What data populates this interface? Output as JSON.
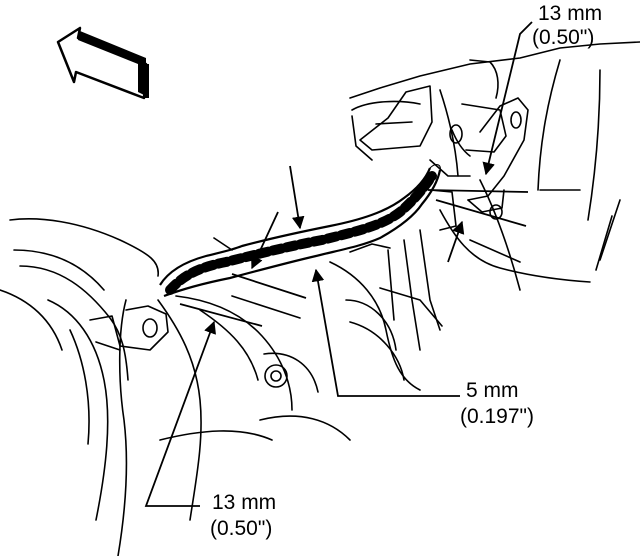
{
  "diagram": {
    "callouts": {
      "top_right": {
        "metric": "13 mm",
        "imperial": "(0.50\")"
      },
      "middle_right": {
        "metric": "5 mm",
        "imperial": "(0.197\")"
      },
      "bottom_left": {
        "metric": "13 mm",
        "imperial": "(0.50\")"
      }
    },
    "icons": {
      "direction": "forward-arrow-icon"
    },
    "colors": {
      "ink": "#000000",
      "paper": "#ffffff"
    }
  }
}
